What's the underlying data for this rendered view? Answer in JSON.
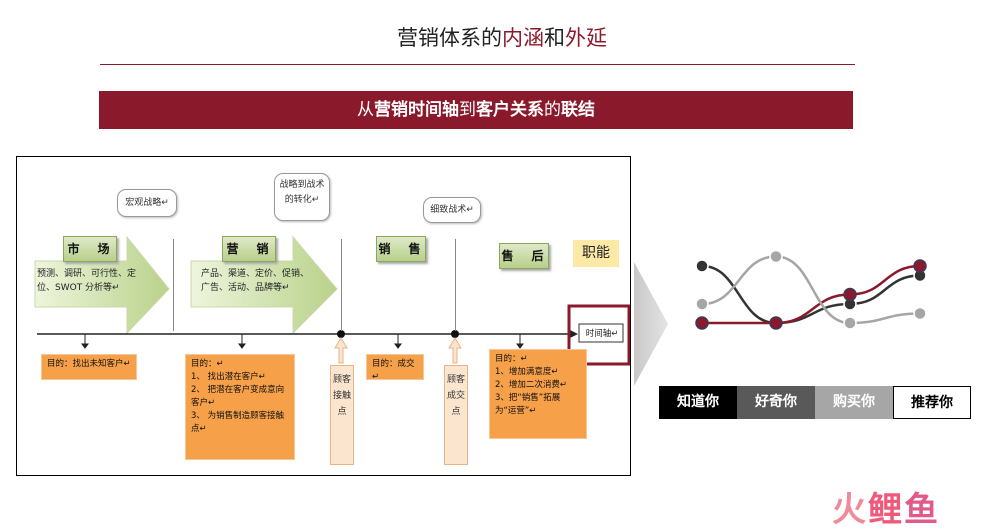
{
  "title": {
    "part1": "营销体系的",
    "part2": "内涵",
    "part3": "和",
    "part4": "外延"
  },
  "banner": {
    "part1": "从",
    "part2": "营销时间轴",
    "part3": "到",
    "part4": "客户关系",
    "part5": "的",
    "part6": "联结"
  },
  "diagram": {
    "phases": [
      "市　场",
      "营　销",
      "销　售",
      "售　后"
    ],
    "bubbles": [
      "宏观战略↵",
      "战略到战术的转化↵",
      "细致战术↵"
    ],
    "arrow_texts": [
      "预测、调研、可行性、定位、SWOT 分析等↵",
      "产品、渠道、定价、促销、广告、活动、品牌等↵"
    ],
    "axis_label": "时间轴↵",
    "orange_boxes": [
      "目的：找出未知客户↵",
      "目的：↵\n1、  找出潜在客户↵\n2、  把潜在客户变成意向客户↵\n3、  为销售制造顾客接触点↵",
      "目的：成交↵",
      "目的：↵\n1、增加满意度↵\n2、增加二次消费↵\n3、把“销售”拓展为“运营”↵"
    ],
    "vertical_labels": [
      "顾客接触点",
      "顾客成交点"
    ],
    "zhineng": "职能"
  },
  "stages": [
    {
      "label": "知道你",
      "bg": "#000000",
      "fg": "#ffffff"
    },
    {
      "label": "好奇你",
      "bg": "#595959",
      "fg": "#ffffff"
    },
    {
      "label": "购买你",
      "bg": "#a6a6a6",
      "fg": "#ffffff"
    },
    {
      "label": "推荐你",
      "bg": "#ffffff",
      "fg": "#000000"
    }
  ],
  "colors": {
    "brand_red": "#8a1a2b",
    "dark_line": "#333333",
    "gray_line": "#a6a6a6"
  },
  "chart_data": {
    "type": "line",
    "x": [
      1,
      2,
      3,
      4
    ],
    "series": [
      {
        "values": [
          4,
          1,
          2,
          3.5
        ],
        "color": "#333333"
      },
      {
        "values": [
          1,
          1,
          2.5,
          4
        ],
        "color": "#8a1a2b"
      },
      {
        "values": [
          2,
          4.5,
          1,
          1.5
        ],
        "color": "#a6a6a6"
      }
    ]
  },
  "logo": {
    "text": "火鲤鱼"
  }
}
